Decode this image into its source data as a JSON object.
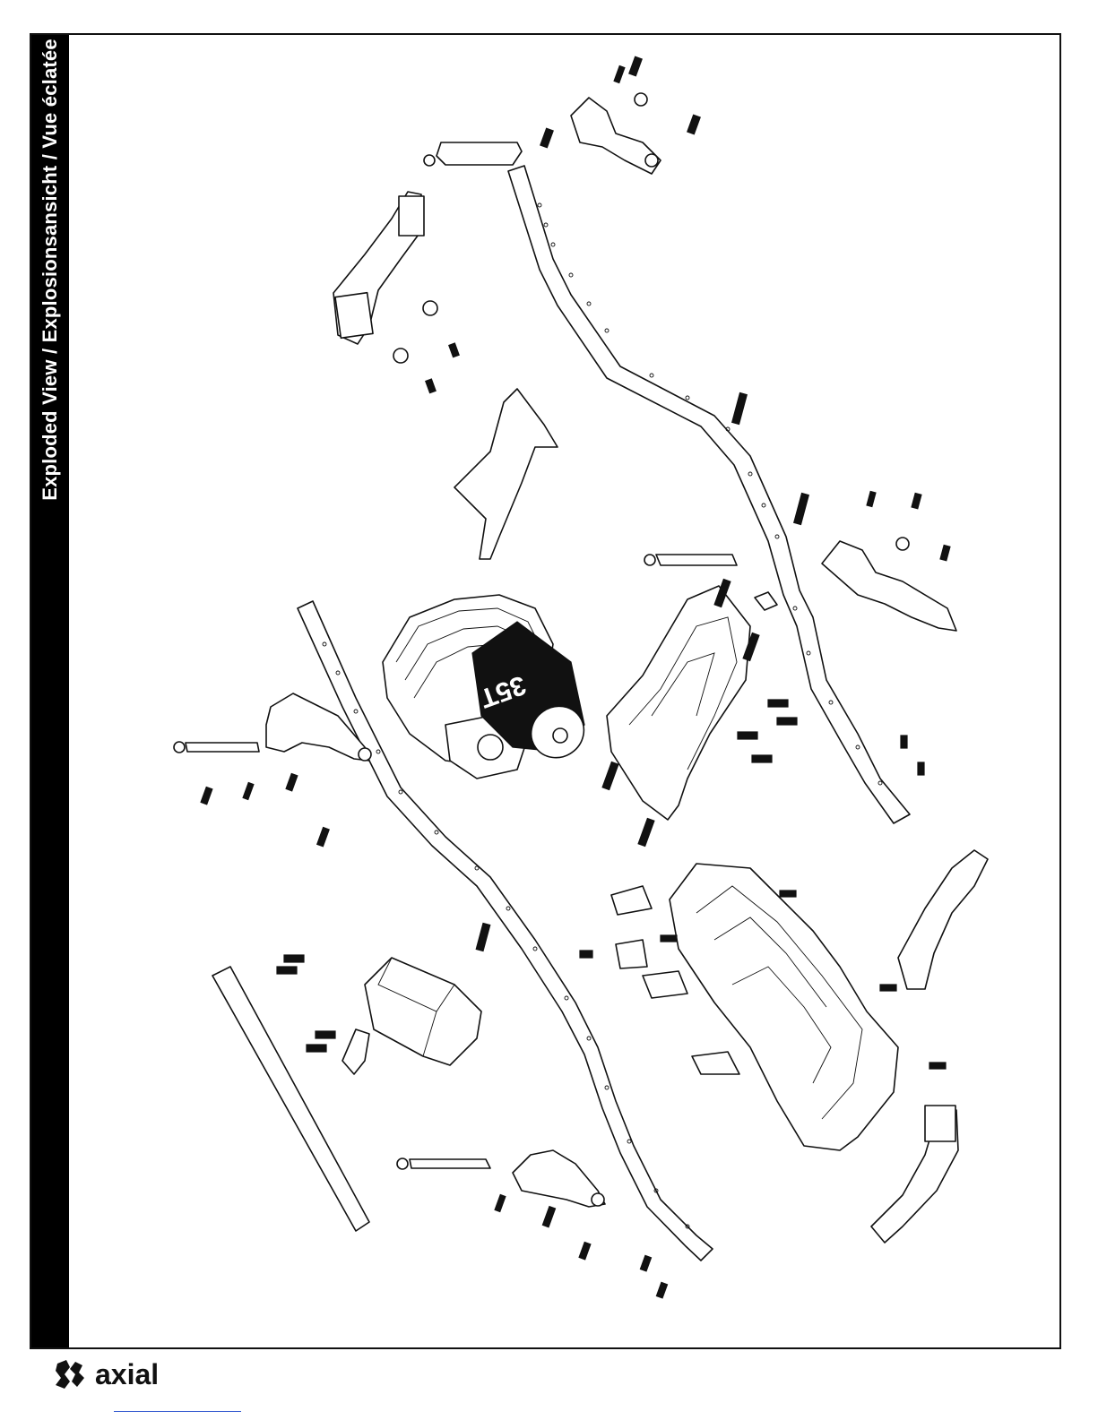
{
  "page": {
    "section_title": "Exploded View / Explosionsansicht / Vue éclatée",
    "brand": "axial",
    "motor_label": "35T"
  },
  "colors": {
    "band": "#000000",
    "ink": "#111111",
    "paper": "#ffffff"
  }
}
